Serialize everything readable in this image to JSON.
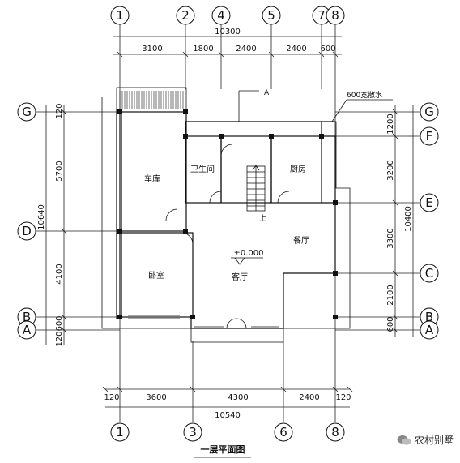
{
  "title": "一层平面图",
  "watermark": "农村别墅",
  "axes": {
    "top": [
      "1",
      "2",
      "4",
      "5",
      "7",
      "8"
    ],
    "bottom": [
      "1",
      "3",
      "6",
      "8"
    ],
    "left": [
      "G",
      "D",
      "B",
      "A"
    ],
    "right": [
      "G",
      "F",
      "E",
      "C",
      "B",
      "A"
    ]
  },
  "dims": {
    "top_total": "10300",
    "top_segments": [
      "3100",
      "1800",
      "2400",
      "2400",
      "600"
    ],
    "bottom_total": "10540",
    "bottom_segments": [
      "120",
      "3600",
      "4300",
      "2400",
      "120"
    ],
    "left_total": "10640",
    "left_segments": [
      "120",
      "5700",
      "4100",
      "600",
      "120"
    ],
    "right_total": "10400",
    "right_segments": [
      "1200",
      "3200",
      "3300",
      "2100",
      "600"
    ]
  },
  "rooms": {
    "garage": "车库",
    "bathroom": "卫生间",
    "kitchen": "厨房",
    "dining": "餐厅",
    "living": "客厅",
    "bedroom": "卧室"
  },
  "annotations": {
    "section_mark": "A",
    "drainage": "600宽散水",
    "elevation": "±0.000",
    "stair_up": "上"
  }
}
